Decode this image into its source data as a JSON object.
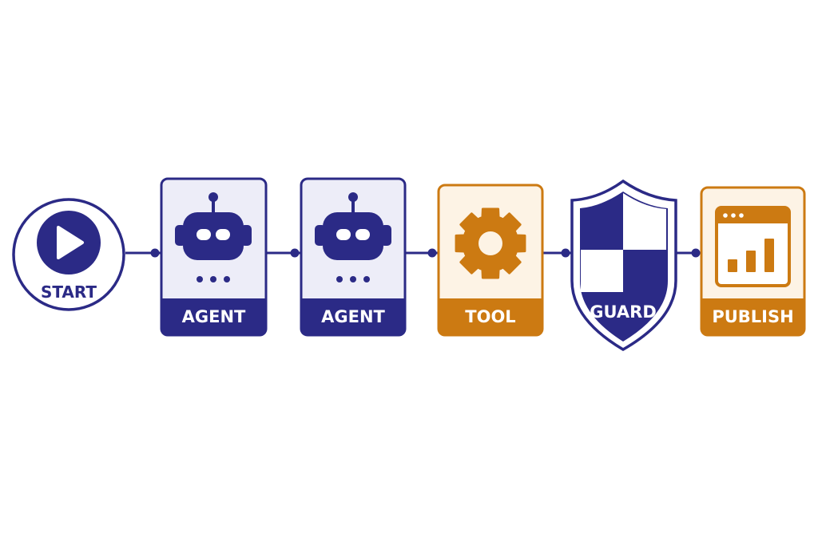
{
  "colors": {
    "navy": "#2b2a86",
    "orange": "#cc7a12",
    "navy_fill": "#ededf8",
    "orange_fill": "#fdf3e5",
    "background": "#ffffff"
  },
  "pipeline": {
    "start": {
      "label": "START",
      "icon": "play-icon"
    },
    "nodes": [
      {
        "label": "AGENT",
        "icon": "robot-icon",
        "theme": "navy"
      },
      {
        "label": "AGENT",
        "icon": "robot-icon",
        "theme": "navy"
      },
      {
        "label": "TOOL",
        "icon": "gear-icon",
        "theme": "orange"
      },
      {
        "label": "GUARD",
        "icon": "shield-icon",
        "theme": "navy"
      },
      {
        "label": "PUBLISH",
        "icon": "browser-chart-icon",
        "theme": "orange"
      }
    ]
  }
}
